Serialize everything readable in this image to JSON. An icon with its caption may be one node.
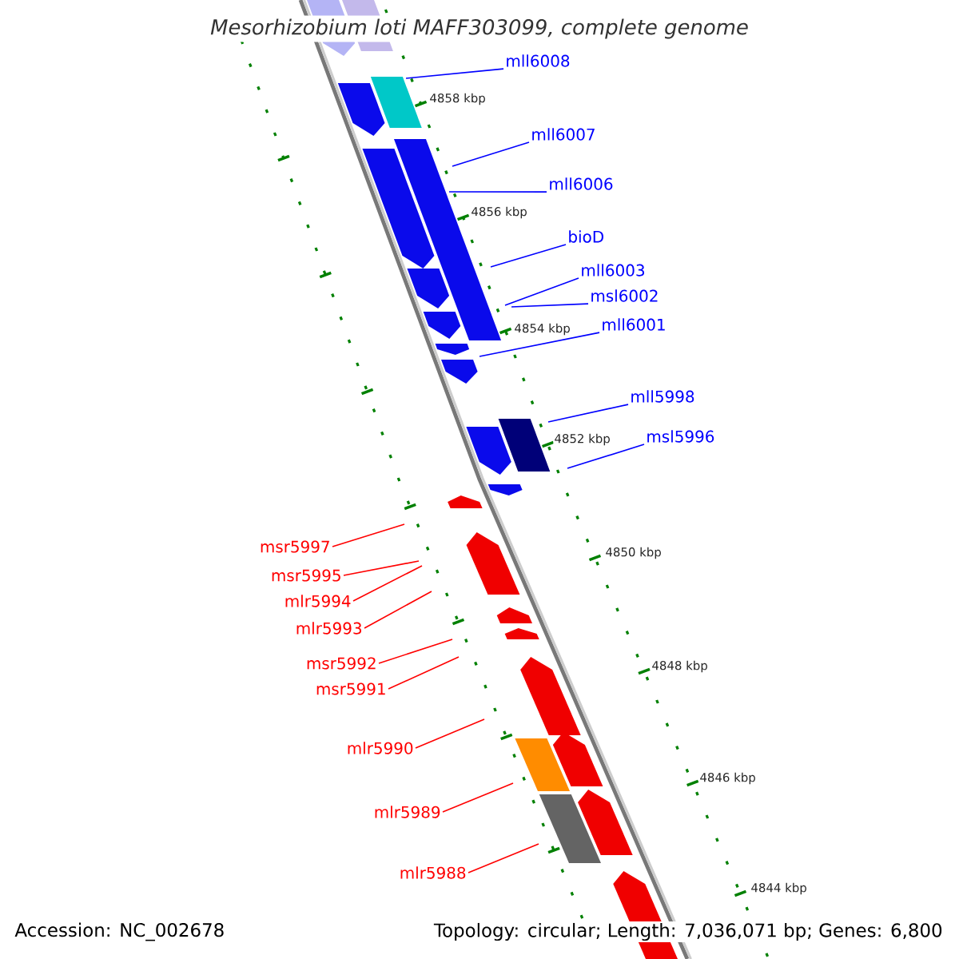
{
  "diagram": {
    "title": "Mesorhizobium loti MAFF303099, complete genome",
    "nodes": [
      {
        "text": [
          "mll6008"
        ]
      },
      {
        "text": [
          "mll6007"
        ]
      },
      {
        "text": [
          "mll6006"
        ]
      },
      {
        "text": [
          "bioD"
        ]
      },
      {
        "text": [
          "mll6003"
        ]
      },
      {
        "text": [
          "msl6002"
        ]
      },
      {
        "text": [
          "mll6001"
        ]
      },
      {
        "text": [
          "mll5998"
        ]
      },
      {
        "text": [
          "msl5996"
        ]
      },
      {
        "text": [
          "msr5997"
        ]
      },
      {
        "text": [
          "msr5995"
        ]
      },
      {
        "text": [
          "mlr5994"
        ]
      },
      {
        "text": [
          "mlr5993"
        ]
      },
      {
        "text": [
          "msr5992"
        ]
      },
      {
        "text": [
          "msr5991"
        ]
      },
      {
        "text": [
          "mlr5990"
        ]
      },
      {
        "text": [
          "mlr5989"
        ]
      },
      {
        "text": [
          "mlr5988"
        ]
      }
    ],
    "edges": [
      {
        "from": 0,
        "to": null,
        "arrow": "none",
        "color": "#0000ff"
      },
      {
        "from": 1,
        "to": null,
        "arrow": "none",
        "color": "#0000ff"
      },
      {
        "from": 2,
        "to": null,
        "arrow": "none",
        "color": "#0000ff"
      },
      {
        "from": 3,
        "to": null,
        "arrow": "none",
        "color": "#0000ff"
      },
      {
        "from": 4,
        "to": null,
        "arrow": "none",
        "color": "#0000ff"
      },
      {
        "from": 5,
        "to": null,
        "arrow": "none",
        "color": "#0000ff"
      },
      {
        "from": 6,
        "to": null,
        "arrow": "none",
        "color": "#0000ff"
      },
      {
        "from": 7,
        "to": null,
        "arrow": "none",
        "color": "#0000ff"
      },
      {
        "from": 8,
        "to": null,
        "arrow": "none",
        "color": "#0000ff"
      },
      {
        "from": 9,
        "to": null,
        "arrow": "none",
        "color": "#ff0000"
      },
      {
        "from": 10,
        "to": null,
        "arrow": "none",
        "color": "#ff0000"
      },
      {
        "from": 11,
        "to": null,
        "arrow": "none",
        "color": "#ff0000"
      },
      {
        "from": 12,
        "to": null,
        "arrow": "none",
        "color": "#ff0000"
      },
      {
        "from": 13,
        "to": null,
        "arrow": "none",
        "color": "#ff0000"
      },
      {
        "from": 14,
        "to": null,
        "arrow": "none",
        "color": "#ff0000"
      },
      {
        "from": 15,
        "to": null,
        "arrow": "none",
        "color": "#ff0000"
      },
      {
        "from": 16,
        "to": null,
        "arrow": "none",
        "color": "#ff0000"
      },
      {
        "from": 17,
        "to": null,
        "arrow": "none",
        "color": "#ff0000"
      }
    ],
    "labels": [
      "4858 kbp",
      "4856 kbp",
      "4854 kbp",
      "4852 kbp",
      "4850 kbp",
      "4848 kbp",
      "4846 kbp",
      "4844 kbp",
      "Accession: NC_002678",
      "Topology: circular; Length: 7,036,071 bp; Genes: 6,800"
    ]
  }
}
